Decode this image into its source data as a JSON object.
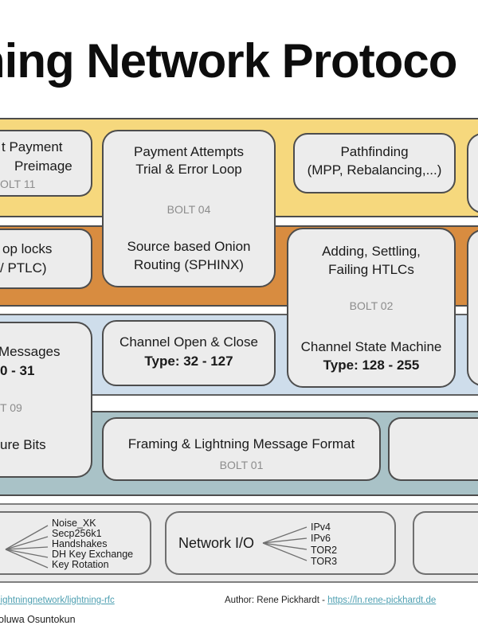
{
  "slide": {
    "title": "ning Network Protoco"
  },
  "colors": {
    "payments_band": "#F6D87D",
    "htlc_band": "#D88C40",
    "messages_band": "#CEDDEB",
    "framing_band": "#A9C2C7",
    "transport_band": "#EAEAEA",
    "box_fill": "#ECECEC",
    "bolt_label": "#8C8C8C",
    "link": "#4D9FB1"
  },
  "payments_band": {
    "invoice_box": {
      "line1": "t Payment",
      "line2": "Preimage",
      "bolt": "OLT 11"
    },
    "onion_box": {
      "line1": "Payment Attempts",
      "line2": "Trial & Error Loop",
      "bolt": "BOLT 04",
      "sub1": "Source based Onion",
      "sub2": "Routing (SPHINX)"
    },
    "pathfinding_box": {
      "line1": "Pathfinding",
      "line2": "(MPP, Rebalancing,...)"
    }
  },
  "htlc_band": {
    "locks_box": {
      "line1": "op locks",
      "line2": "/ PTLC)"
    },
    "htlc_box": {
      "line1": "Adding, Settling,",
      "line2": "Failing HTLCs",
      "bolt": "BOLT 02",
      "sub1": "Channel State Machine",
      "sub2": "Type: 128 - 255"
    }
  },
  "message_band": {
    "control_box": {
      "line1": "Messages",
      "line2": "0 - 31",
      "bolt": "T 09",
      "feature": "ure Bits"
    },
    "channel_box": {
      "line1": "Channel Open & Close",
      "line2": "Type: 32 - 127"
    }
  },
  "framing_band": {
    "framing_box": {
      "title": "Framing & Lightning Message Format",
      "bolt": "BOLT 01"
    }
  },
  "transport_band": {
    "crypto_items": [
      "Noise_XK",
      "Secp256k1",
      "Handshakes",
      "DH Key Exchange",
      "Key Rotation"
    ],
    "network_label": "Network I/O",
    "network_items": [
      "IPv4",
      "IPv6",
      "TOR2",
      "TOR3"
    ]
  },
  "footer": {
    "repo_link": "lightningnetwork/lightning-rfc",
    "author_prefix": "Author: Rene Pickhardt - ",
    "author_link": "https://ln.rene-pickhardt.de",
    "credit": "oluwa Osuntokun"
  }
}
